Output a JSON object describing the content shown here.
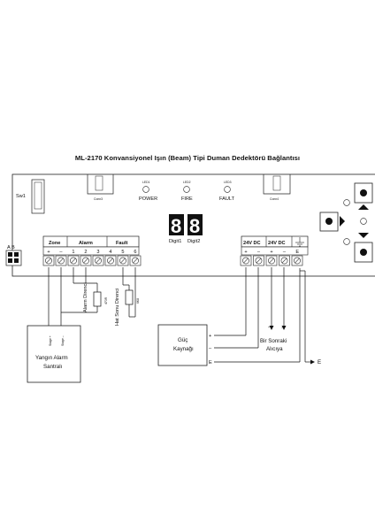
{
  "title": "ML-2170 Konvansiyonel Işın (Beam) Tipi Duman Dedektörü Bağlantısı",
  "board": {
    "sw1": "Sw1",
    "ab_label": "A B",
    "conn3": "Conn3",
    "conn4": "Conn4",
    "led_small": [
      "LED1",
      "LED2",
      "LED3"
    ],
    "led_labels": [
      "POWER",
      "FIRE",
      "FAULT"
    ],
    "digit_values": [
      "8",
      "8"
    ],
    "digit_labels": [
      "Digit1",
      "Digit2"
    ]
  },
  "terminals_left": {
    "groups": [
      "Zone",
      "Alarm",
      "Fault"
    ],
    "pins": [
      "+",
      "–",
      "1",
      "2",
      "3",
      "4",
      "5",
      "6"
    ]
  },
  "terminals_right": {
    "groups": [
      "24V DC",
      "24V DC"
    ],
    "pins": [
      "+",
      "–",
      "+",
      "–",
      "E"
    ]
  },
  "resistors": {
    "alarm": {
      "name": "Alarm Direnci",
      "value": "470R"
    },
    "eol": {
      "name": "Hat Sonu Direnci",
      "value": "6K8"
    }
  },
  "panel": {
    "title_line1": "Yangın Alarm",
    "title_line2": "Santralı",
    "stage_labels": [
      "Stage +",
      "Stage –"
    ]
  },
  "psu": {
    "title_line1": "Güç",
    "title_line2": "Kaynağı",
    "pins": [
      "+",
      "–",
      "E"
    ]
  },
  "next": {
    "line1": "Bir Sonraki",
    "line2": "Alıcıya",
    "pins": [
      "+",
      "–"
    ]
  },
  "earth": "E"
}
